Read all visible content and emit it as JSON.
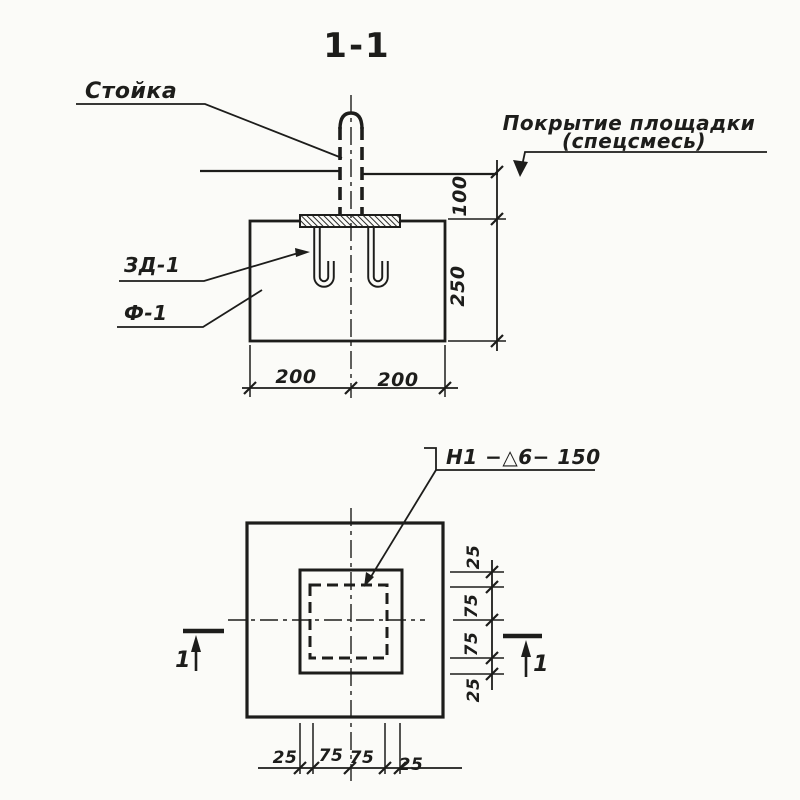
{
  "title": "1-1",
  "colors": {
    "ink": "#1d1d1b",
    "paper": "#fbfbf8"
  },
  "section": {
    "labels": {
      "post": "Стойка",
      "coating_line1": "Покрытие площадки",
      "coating_line2": "(спецсмесь)",
      "embed_mark": "ЗД-1",
      "foundation_mark": "Ф-1"
    },
    "dims": {
      "cover_depth": "100",
      "foundation_height": "250",
      "left_half": "200",
      "right_half": "200"
    }
  },
  "plan": {
    "weld_label": "Н1 −△6− 150",
    "dims_right": [
      "25",
      "75",
      "75",
      "25"
    ],
    "dims_bottom": [
      "25",
      "75",
      "75",
      "25"
    ],
    "section_mark_left": "1",
    "section_mark_right": "1"
  }
}
